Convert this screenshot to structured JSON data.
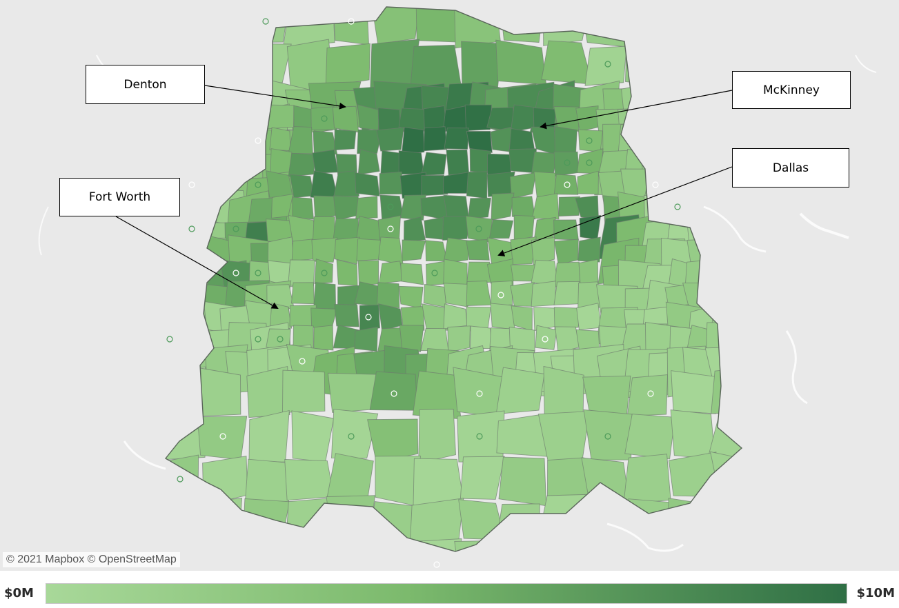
{
  "attribution": "© 2021 Mapbox © OpenStreetMap",
  "legend": {
    "min_label": "$0M",
    "max_label": "$10M",
    "min_color": "#a8d899",
    "max_color": "#2f6f45"
  },
  "callouts": [
    {
      "id": "denton",
      "label": "Denton"
    },
    {
      "id": "mckinney",
      "label": "McKinney"
    },
    {
      "id": "dallas",
      "label": "Dallas"
    },
    {
      "id": "fort-worth",
      "label": "Fort Worth"
    }
  ],
  "colors": {
    "background": "#e9e9e9",
    "region_border": "#6e7a6e",
    "arrow": "#000000"
  }
}
